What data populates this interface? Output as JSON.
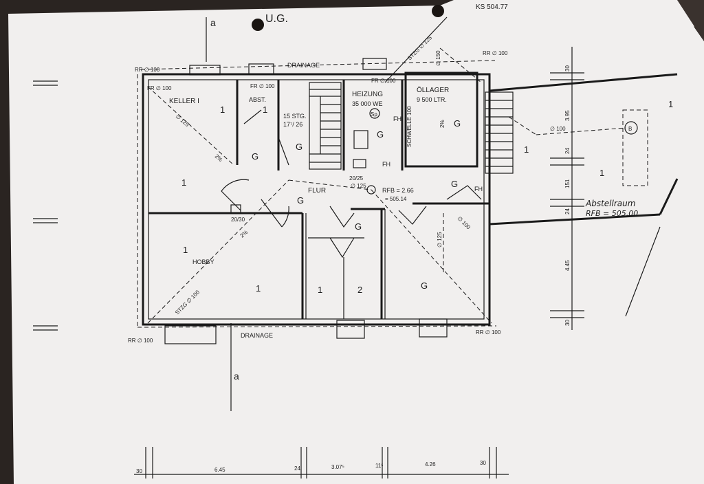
{
  "title": "U.G.",
  "top_right_label": "KS 504.77",
  "section_marker": "a",
  "rooms": {
    "keller": "KELLER I",
    "abst": "ABST.",
    "stairs": "15 STG.",
    "stairs_ratio": "17⁷/ 26",
    "heizung": "HEIZUNG",
    "heizung_power": "35 000 WE",
    "sp": "Sp",
    "oellager": "ÖLLAGER",
    "oellager_volume": "9 500 LTR.",
    "schwelle": "SCHWELLE 100",
    "flur": "FLUR",
    "hobby": "HOBBY",
    "abstellraum": "Abstellraum",
    "abstellraum_rfb": "RFB = 505,00"
  },
  "annotations": {
    "drainage": "DRAINAGE",
    "rr100": "RR ∅ 100",
    "fr100": "FR ∅ 100",
    "d125": "∅ 125",
    "d150": "∅ 150",
    "d100": "∅ 100",
    "stzg125": "STZG ∅ 125",
    "stzg100": "STZG ∅ 100",
    "rfb_flur": "RFB = 2.66",
    "rfb_flur_abs": "= 505.14",
    "chimney1": "20/25",
    "chimney2": "20/30",
    "slope": "2%",
    "fh": "FH",
    "b": "B"
  },
  "marks": {
    "one": "1",
    "two": "2",
    "g": "G"
  },
  "dims_bottom": [
    "30",
    "6.45",
    "24",
    "3.07⁵",
    "11⁵",
    "4.26",
    "30"
  ],
  "dims_right": [
    "30",
    "3.95",
    "24",
    "151",
    "24",
    "4.45",
    "30"
  ]
}
